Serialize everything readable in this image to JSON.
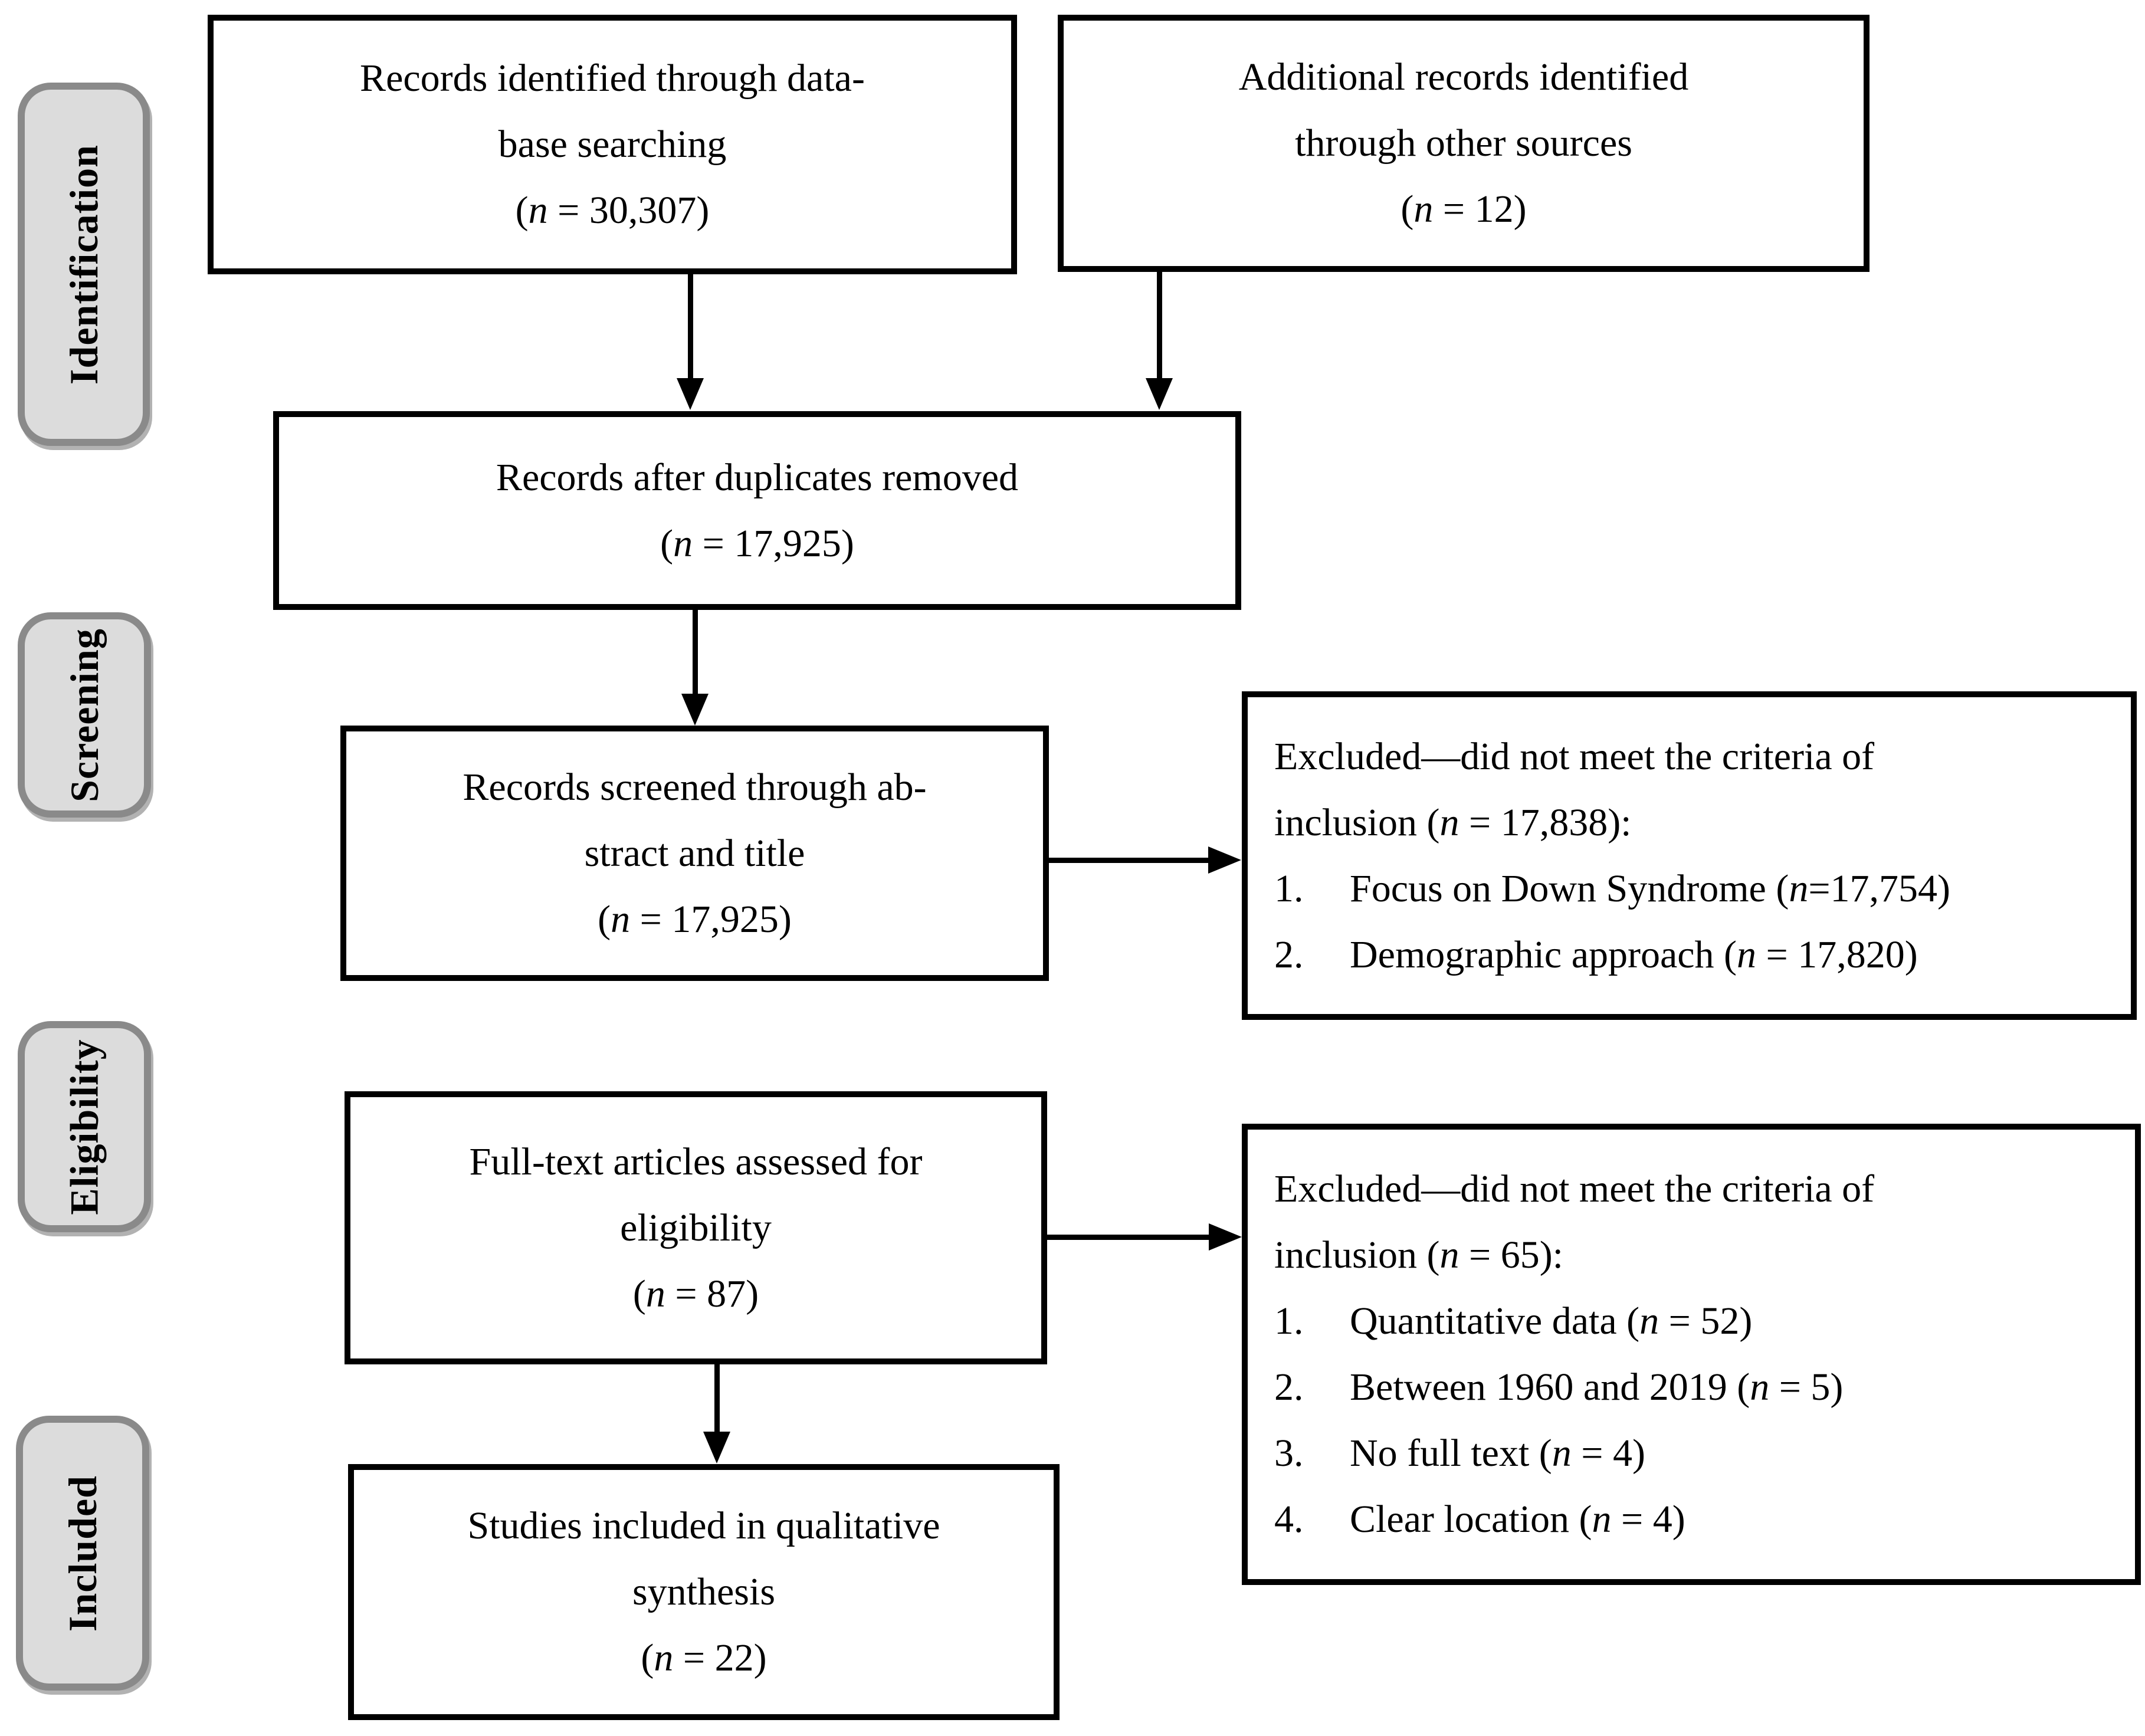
{
  "stages": [
    {
      "label": "Identification"
    },
    {
      "label": "Screening"
    },
    {
      "label": "Eligibility"
    },
    {
      "label": "Included"
    }
  ],
  "boxes": {
    "identified_db": {
      "lines": [
        "Records identified through data-",
        "base searching",
        "(n = 30,307)"
      ]
    },
    "other_sources": {
      "lines": [
        "Additional records identified",
        "through other sources",
        "(n = 12)"
      ]
    },
    "duplicates_removed": {
      "lines": [
        "Records after duplicates removed",
        "(n = 17,925)"
      ]
    },
    "screened": {
      "lines": [
        "Records screened through ab-",
        "stract and title",
        "(n = 17,925)"
      ]
    },
    "full_text": {
      "lines": [
        "Full-text articles assessed for",
        "eligibility",
        "(n = 87)"
      ]
    },
    "included_studies": {
      "lines": [
        "Studies included in qualitative",
        "synthesis",
        "(n = 22)"
      ]
    }
  },
  "excluded1": {
    "header_lines": [
      "Excluded—did not meet the criteria of",
      "inclusion (n = 17,838):"
    ],
    "items": [
      {
        "num": "1.",
        "text": "Focus on Down Syndrome (n=17,754)"
      },
      {
        "num": "2.",
        "text": "Demographic approach (n = 17,820)"
      }
    ]
  },
  "excluded2": {
    "header_lines": [
      "Excluded—did not meet the criteria of",
      "inclusion (n = 65):"
    ],
    "items": [
      {
        "num": "1.",
        "text": "Quantitative data (n = 52)"
      },
      {
        "num": "2.",
        "text": "Between 1960 and 2019 (n = 5)"
      },
      {
        "num": "3.",
        "text": "No full text (n = 4)"
      },
      {
        "num": "4.",
        "text": "Clear location (n = 4)"
      }
    ]
  },
  "colors": {
    "background": "#ffffff",
    "text": "#000000",
    "box_border": "#000000",
    "stage_fill": "#dcdcdc",
    "stage_border": "#8a8a8a"
  }
}
